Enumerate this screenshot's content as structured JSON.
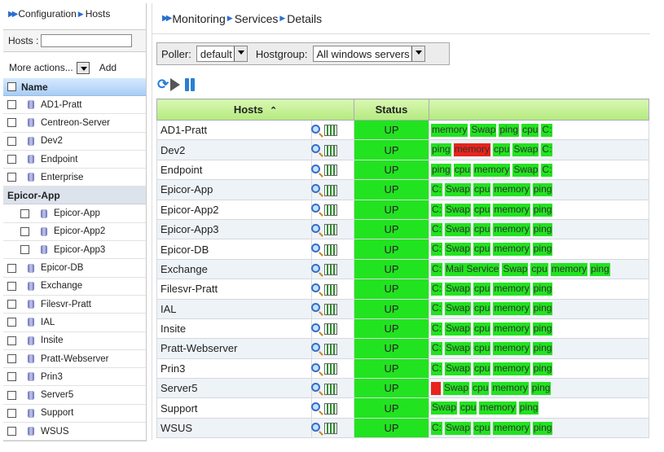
{
  "sidebar": {
    "breadcrumb": [
      "Configuration",
      "Hosts"
    ],
    "hosts_label": "Hosts :",
    "hosts_value": "",
    "more_actions": "More actions...",
    "add": "Add",
    "column": "Name",
    "items_top": [
      "AD1-Pratt",
      "Centreon-Server",
      "Dev2",
      "Endpoint",
      "Enterprise"
    ],
    "group_name": "Epicor-App",
    "group_items": [
      "Epicor-App",
      "Epicor-App2",
      "Epicor-App3"
    ],
    "items_bottom": [
      "Epicor-DB",
      "Exchange",
      "Filesvr-Pratt",
      "IAL",
      "Insite",
      "Pratt-Webserver",
      "Prin3",
      "Server5",
      "Support",
      "WSUS"
    ]
  },
  "main": {
    "breadcrumb": [
      "Monitoring",
      "Services",
      "Details"
    ],
    "poller_label": "Poller:",
    "poller_value": "default",
    "hostgroup_label": "Hostgroup:",
    "hostgroup_value": "All windows servers",
    "col_hosts": "Hosts",
    "col_status": "Status",
    "rows": [
      {
        "host": "AD1-Pratt",
        "status": "UP",
        "services": [
          {
            "n": "memory",
            "s": "ok"
          },
          {
            "n": "Swap",
            "s": "ok"
          },
          {
            "n": "ping",
            "s": "ok"
          },
          {
            "n": "cpu",
            "s": "ok"
          },
          {
            "n": "C:",
            "s": "ok"
          }
        ]
      },
      {
        "host": "Dev2",
        "status": "UP",
        "services": [
          {
            "n": "ping",
            "s": "ok"
          },
          {
            "n": "memory",
            "s": "crit"
          },
          {
            "n": "cpu",
            "s": "ok"
          },
          {
            "n": "Swap",
            "s": "ok"
          },
          {
            "n": "C:",
            "s": "ok"
          }
        ]
      },
      {
        "host": "Endpoint",
        "status": "UP",
        "services": [
          {
            "n": "ping",
            "s": "ok"
          },
          {
            "n": "cpu",
            "s": "ok"
          },
          {
            "n": "memory",
            "s": "ok"
          },
          {
            "n": "Swap",
            "s": "ok"
          },
          {
            "n": "C:",
            "s": "ok"
          }
        ]
      },
      {
        "host": "Epicor-App",
        "status": "UP",
        "services": [
          {
            "n": "C:",
            "s": "ok"
          },
          {
            "n": "Swap",
            "s": "ok"
          },
          {
            "n": "cpu",
            "s": "ok"
          },
          {
            "n": "memory",
            "s": "ok"
          },
          {
            "n": "ping",
            "s": "ok"
          }
        ]
      },
      {
        "host": "Epicor-App2",
        "status": "UP",
        "services": [
          {
            "n": "C:",
            "s": "ok"
          },
          {
            "n": "Swap",
            "s": "ok"
          },
          {
            "n": "cpu",
            "s": "ok"
          },
          {
            "n": "memory",
            "s": "ok"
          },
          {
            "n": "ping",
            "s": "ok"
          }
        ]
      },
      {
        "host": "Epicor-App3",
        "status": "UP",
        "services": [
          {
            "n": "C:",
            "s": "ok"
          },
          {
            "n": "Swap",
            "s": "ok"
          },
          {
            "n": "cpu",
            "s": "ok"
          },
          {
            "n": "memory",
            "s": "ok"
          },
          {
            "n": "ping",
            "s": "ok"
          }
        ]
      },
      {
        "host": "Epicor-DB",
        "status": "UP",
        "services": [
          {
            "n": "C:",
            "s": "ok"
          },
          {
            "n": "Swap",
            "s": "ok"
          },
          {
            "n": "cpu",
            "s": "ok"
          },
          {
            "n": "memory",
            "s": "ok"
          },
          {
            "n": "ping",
            "s": "ok"
          }
        ]
      },
      {
        "host": "Exchange",
        "status": "UP",
        "services": [
          {
            "n": "C:",
            "s": "ok"
          },
          {
            "n": "Mail Service",
            "s": "ok"
          },
          {
            "n": "Swap",
            "s": "ok"
          },
          {
            "n": "cpu",
            "s": "ok"
          },
          {
            "n": "memory",
            "s": "ok"
          },
          {
            "n": "ping",
            "s": "ok"
          }
        ]
      },
      {
        "host": "Filesvr-Pratt",
        "status": "UP",
        "services": [
          {
            "n": "C:",
            "s": "ok"
          },
          {
            "n": "Swap",
            "s": "ok"
          },
          {
            "n": "cpu",
            "s": "ok"
          },
          {
            "n": "memory",
            "s": "ok"
          },
          {
            "n": "ping",
            "s": "ok"
          }
        ]
      },
      {
        "host": "IAL",
        "status": "UP",
        "services": [
          {
            "n": "C:",
            "s": "ok"
          },
          {
            "n": "Swap",
            "s": "ok"
          },
          {
            "n": "cpu",
            "s": "ok"
          },
          {
            "n": "memory",
            "s": "ok"
          },
          {
            "n": "ping",
            "s": "ok"
          }
        ]
      },
      {
        "host": "Insite",
        "status": "UP",
        "services": [
          {
            "n": "C:",
            "s": "ok"
          },
          {
            "n": "Swap",
            "s": "ok"
          },
          {
            "n": "cpu",
            "s": "ok"
          },
          {
            "n": "memory",
            "s": "ok"
          },
          {
            "n": "ping",
            "s": "ok"
          }
        ]
      },
      {
        "host": "Pratt-Webserver",
        "status": "UP",
        "services": [
          {
            "n": "C:",
            "s": "ok"
          },
          {
            "n": "Swap",
            "s": "ok"
          },
          {
            "n": "cpu",
            "s": "ok"
          },
          {
            "n": "memory",
            "s": "ok"
          },
          {
            "n": "ping",
            "s": "ok"
          }
        ]
      },
      {
        "host": "Prin3",
        "status": "UP",
        "services": [
          {
            "n": "C:",
            "s": "ok"
          },
          {
            "n": "Swap",
            "s": "ok"
          },
          {
            "n": "cpu",
            "s": "ok"
          },
          {
            "n": "memory",
            "s": "ok"
          },
          {
            "n": "ping",
            "s": "ok"
          }
        ]
      },
      {
        "host": "Server5",
        "status": "UP",
        "services": [
          {
            "n": "",
            "s": "crit"
          },
          {
            "n": "Swap",
            "s": "ok"
          },
          {
            "n": "cpu",
            "s": "ok"
          },
          {
            "n": "memory",
            "s": "ok"
          },
          {
            "n": "ping",
            "s": "ok"
          }
        ]
      },
      {
        "host": "Support",
        "status": "UP",
        "services": [
          {
            "n": "Swap",
            "s": "ok"
          },
          {
            "n": "cpu",
            "s": "ok"
          },
          {
            "n": "memory",
            "s": "ok"
          },
          {
            "n": "ping",
            "s": "ok"
          }
        ]
      },
      {
        "host": "WSUS",
        "status": "UP",
        "services": [
          {
            "n": "C:",
            "s": "ok"
          },
          {
            "n": "Swap",
            "s": "ok"
          },
          {
            "n": "cpu",
            "s": "ok"
          },
          {
            "n": "memory",
            "s": "ok"
          },
          {
            "n": "ping",
            "s": "ok"
          }
        ]
      }
    ]
  },
  "colors": {
    "ok": "#22e31f",
    "critical": "#e8231c",
    "header_green": "#b4ea7e",
    "accent_blue": "#2a6fd0"
  }
}
